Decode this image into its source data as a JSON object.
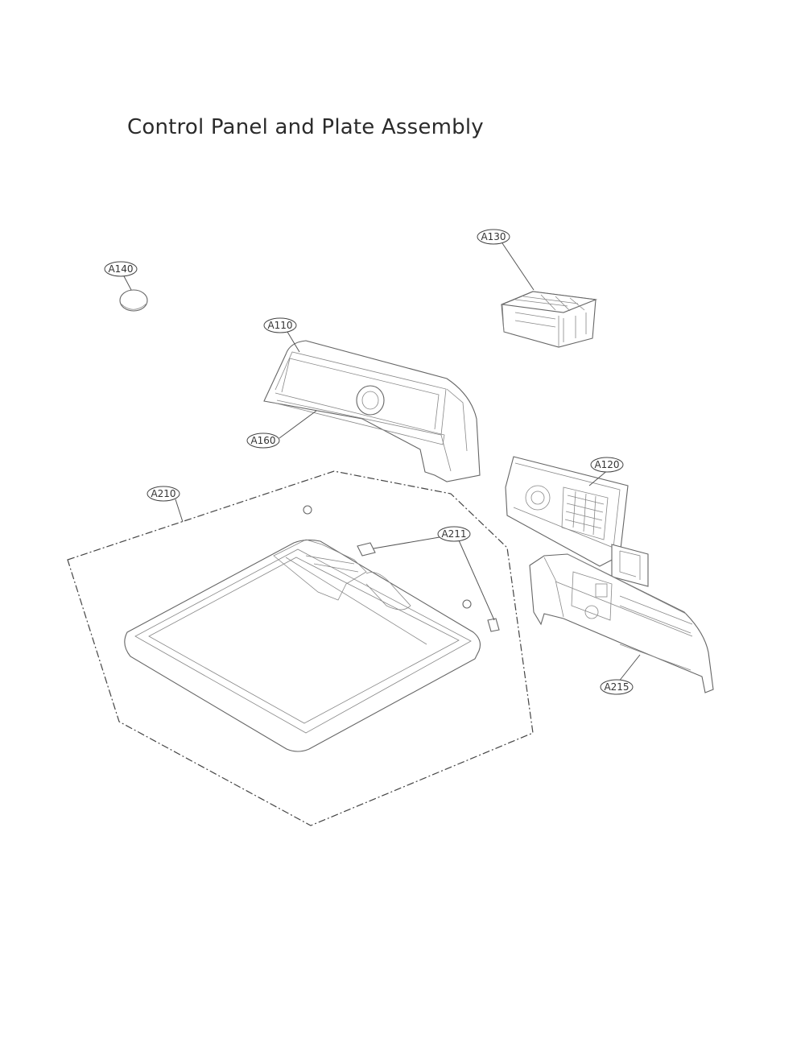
{
  "title": "Control Panel and Plate Assembly",
  "labels": {
    "a130": "A130",
    "a140": "A140",
    "a110": "A110",
    "a160": "A160",
    "a120": "A120",
    "a210": "A210",
    "a211": "A211",
    "a215": "A215"
  }
}
